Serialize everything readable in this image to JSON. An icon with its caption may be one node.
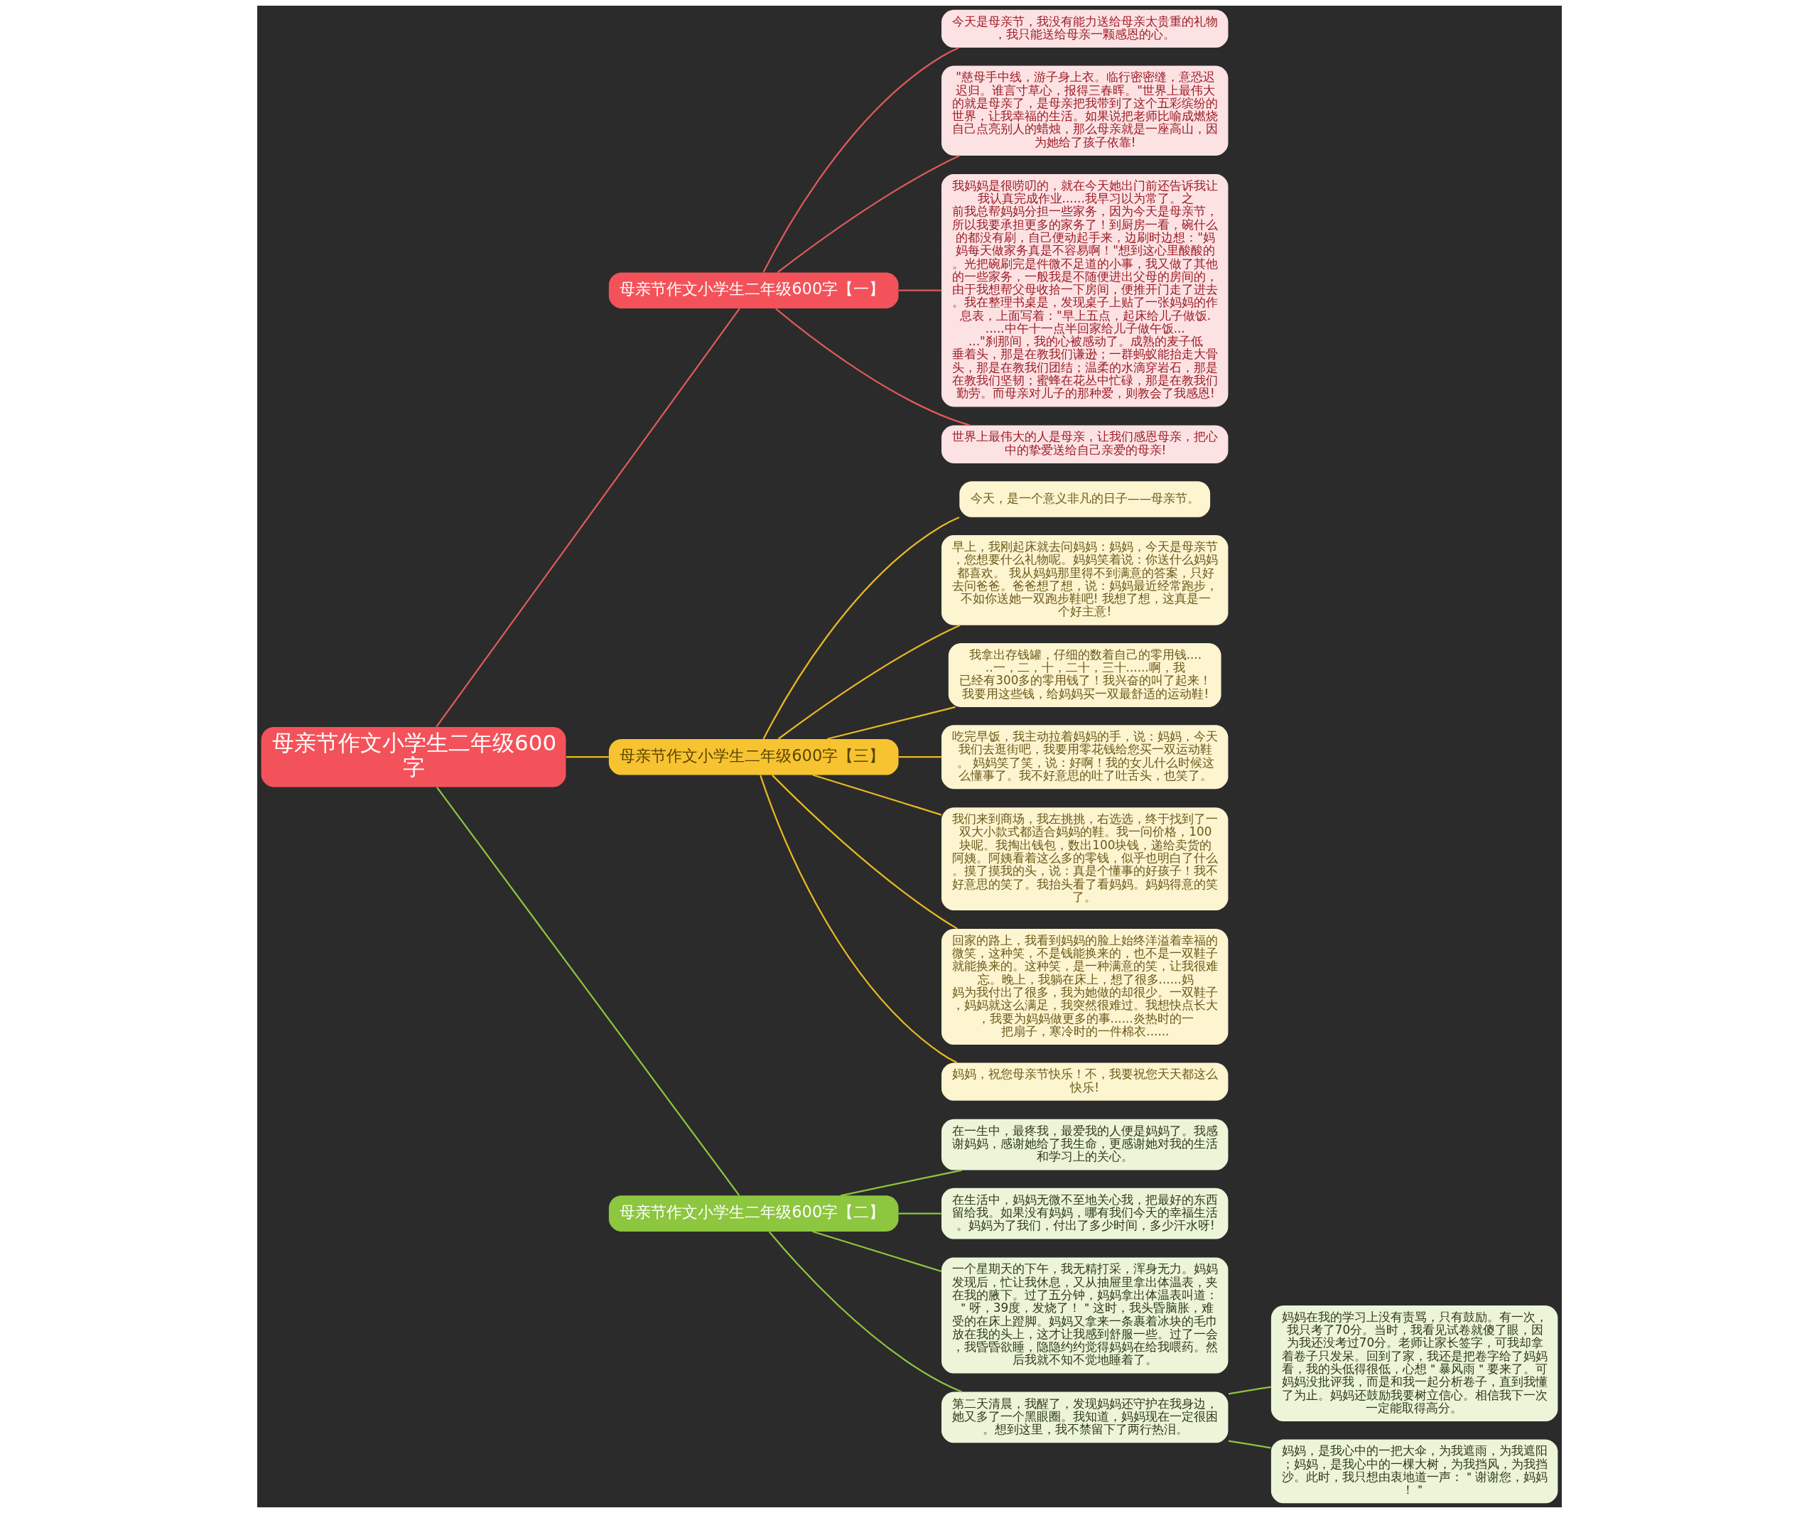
{
  "diagram": {
    "nodes": [
      {
        "text": [
          "母亲节作文小学生二年级600字"
        ]
      },
      {
        "text": [
          "母亲节作文小学生二年级600字【一】"
        ]
      },
      {
        "text": [
          "今天是母亲节，我没有能力送给母亲太贵重的礼物，我只能送给母亲一颗感恩的心。"
        ]
      },
      {
        "text": [
          "\"慈母手中线，游子身上衣。临行密密缝，意恐迟迟归。谁言寸草心，报得三春晖。\"世界上最伟大的就是母亲了，是母亲把我带到了这个五彩缤纷的世界，让我幸福的生活。如果说把老师比喻成燃烧自己点亮别人的蜡烛，那么母亲就是一座高山，因为她给了孩子依靠!"
        ]
      },
      {
        "text": [
          "我妈妈是很唠叨的，就在今天她出门前还告诉我让我认真完成作业......我早习以为常了。之前我总帮妈妈分担一些家务，因为今天是母亲节，所以我要承担更多的家务了！到厨房一看，碗什么的都没有刷，自己便动起手来，边刷时边想：\"妈妈每天做家务真是不容易啊！\"想到这心里酸酸的。光把碗刷完是件微不足道的小事，我又做了其他的一些家务，一般我是不随便进出父母的房间的，由于我想帮父母收拾一下房间，便推开门走了进去。我在整理书桌是，发现桌子上贴了一张妈妈的作息表，上面写着：\"早上五点，起床给儿子做饭......中午十一点半回家给儿子做午饭......\"刹那间，我的心被感动了。成熟的麦子低垂着头，那是在教我们谦逊；一群蚂蚁能抬走大骨头，那是在教我们团结；温柔的水滴穿岩石，那是在教我们坚韧；蜜蜂在花丛中忙碌，那是在教我们勤劳。而母亲对儿子的那种爱，则教会了我感恩!"
        ]
      },
      {
        "text": [
          "世界上最伟大的人是母亲，让我们感恩母亲，把心中的挚爱送给自己亲爱的母亲!"
        ]
      },
      {
        "text": [
          "母亲节作文小学生二年级600字【三】"
        ]
      },
      {
        "text": [
          "今天，是一个意义非凡的日子——母亲节。"
        ]
      },
      {
        "text": [
          "早上，我刚起床就去问妈妈：妈妈，今天是母亲节，您想要什么礼物呢。妈妈笑着说：你送什么妈妈都喜欢。 我从妈妈那里得不到满意的答案，只好去问爸爸。爸爸想了想，说：妈妈最近经常跑步，不如你送她一双跑步鞋吧! 我想了想，这真是一个好主意!"
        ]
      },
      {
        "text": [
          "我拿出存钱罐，仔细的数着自己的零用钱......一，二，十，二十，三十......啊，我已经有300多的零用钱了！我兴奋的叫了起来！我要用这些钱，给妈妈买一双最舒适的运动鞋!"
        ]
      },
      {
        "text": [
          "吃完早饭，我主动拉着妈妈的手，说：妈妈，今天我们去逛街吧，我要用零花钱给您买一双运动鞋。 妈妈笑了笑，说：好啊！我的女儿什么时候这么懂事了。我不好意思的吐了吐舌头，也笑了。"
        ]
      },
      {
        "text": [
          "我们来到商场，我左挑挑，右选选，终于找到了一双大小款式都适合妈妈的鞋。我一问价格，100块呢。我掏出钱包，数出100块钱，递给卖货的阿姨。阿姨看着这么多的零钱，似乎也明白了什么。摸了摸我的头，说：真是个懂事的好孩子！我不好意思的笑了。我抬头看了看妈妈。妈妈得意的笑了。"
        ]
      },
      {
        "text": [
          "回家的路上，我看到妈妈的脸上始终洋溢着幸福的微笑，这种笑，不是钱能换来的，也不是一双鞋子就能换来的。这种笑，是一种满意的笑，让我很难忘。晚上，我躺在床上，想了很多......妈妈为我付出了很多，我为她做的却很少。一双鞋子，妈妈就这么满足，我突然很难过。我想快点长大，我要为妈妈做更多的事......炎热时的一把扇子，寒冷时的一件棉衣......"
        ]
      },
      {
        "text": [
          "妈妈，祝您母亲节快乐！不，我要祝您天天都这么快乐!"
        ]
      },
      {
        "text": [
          "母亲节作文小学生二年级600字【二】"
        ]
      },
      {
        "text": [
          "在一生中，最疼我，最爱我的人便是妈妈了。我感谢妈妈，感谢她给了我生命，更感谢她对我的生活和学习上的关心。"
        ]
      },
      {
        "text": [
          "在生活中，妈妈无微不至地关心我，把最好的东西留给我。如果没有妈妈，哪有我们今天的幸福生活。妈妈为了我们，付出了多少时间，多少汗水呀!"
        ]
      },
      {
        "text": [
          "一个星期天的下午，我无精打采，浑身无力。妈妈发现后，忙让我休息，又从抽屉里拿出体温表，夹在我的腋下。过了五分钟，妈妈拿出体温表叫道：＂呀，39度，发烧了！＂这时，我头昏脑胀，难受的在床上蹬脚。妈妈又拿来一条裹着冰块的毛巾放在我的头上，这才让我感到舒服一些。过了一会，我昏昏欲睡，隐隐约约觉得妈妈在给我喂药。然后我就不知不觉地睡着了。"
        ]
      },
      {
        "text": [
          "第二天清晨，我醒了，发现妈妈还守护在我身边，她又多了一个黑眼圈。我知道，妈妈现在一定很困。想到这里，我不禁留下了两行热泪。"
        ]
      },
      {
        "text": [
          "妈妈在我的学习上没有责骂，只有鼓励。有一次，我只考了70分。当时，我看见试卷就傻了眼，因为我还没考过70分。老师让家长签字，可我却拿着卷子只发呆。回到了家，我还是把卷字给了妈妈看，我的头低得很低，心想＂暴风雨＂要来了。可妈妈没批评我，而是和我一起分析卷子，直到我懂了为止。妈妈还鼓励我要树立信心。相信我下一次一定能取得高分。"
        ]
      },
      {
        "text": [
          "妈妈，是我心中的一把大伞，为我遮雨，为我遮阳；妈妈，是我心中的一棵大树，为我挡风，为我挡沙。此时，我只想由衷地道一声：＂谢谢您，妈妈！＂"
        ]
      }
    ],
    "edges": [
      {
        "from": 0,
        "to": 1,
        "arrow": "none",
        "color": "#e05a5a"
      },
      {
        "from": 1,
        "to": 2,
        "arrow": "none",
        "color": "#e05a5a"
      },
      {
        "from": 1,
        "to": 3,
        "arrow": "none",
        "color": "#e05a5a"
      },
      {
        "from": 1,
        "to": 4,
        "arrow": "none",
        "color": "#e05a5a"
      },
      {
        "from": 1,
        "to": 5,
        "arrow": "none",
        "color": "#e05a5a"
      },
      {
        "from": 0,
        "to": 6,
        "arrow": "none"
      },
      {
        "from": 6,
        "to": 7,
        "arrow": "none"
      },
      {
        "from": 6,
        "to": 8,
        "arrow": "none"
      },
      {
        "from": 6,
        "to": 9,
        "arrow": "none"
      },
      {
        "from": 6,
        "to": 10,
        "arrow": "none"
      },
      {
        "from": 6,
        "to": 11,
        "arrow": "none"
      },
      {
        "from": 6,
        "to": 12,
        "arrow": "none"
      },
      {
        "from": 6,
        "to": 13,
        "arrow": "none"
      },
      {
        "from": 0,
        "to": 14,
        "arrow": "none",
        "color": "#8dc63f"
      },
      {
        "from": 14,
        "to": 15,
        "arrow": "none",
        "color": "#8dc63f"
      },
      {
        "from": 14,
        "to": 16,
        "arrow": "none",
        "color": "#8dc63f"
      },
      {
        "from": 14,
        "to": 17,
        "arrow": "none",
        "color": "#8dc63f"
      },
      {
        "from": 14,
        "to": 18,
        "arrow": "none",
        "color": "#8dc63f"
      },
      {
        "from": 18,
        "to": 19,
        "arrow": "none",
        "color": "#8dc63f"
      },
      {
        "from": 18,
        "to": 20,
        "arrow": "none",
        "color": "#8dc63f"
      }
    ]
  }
}
